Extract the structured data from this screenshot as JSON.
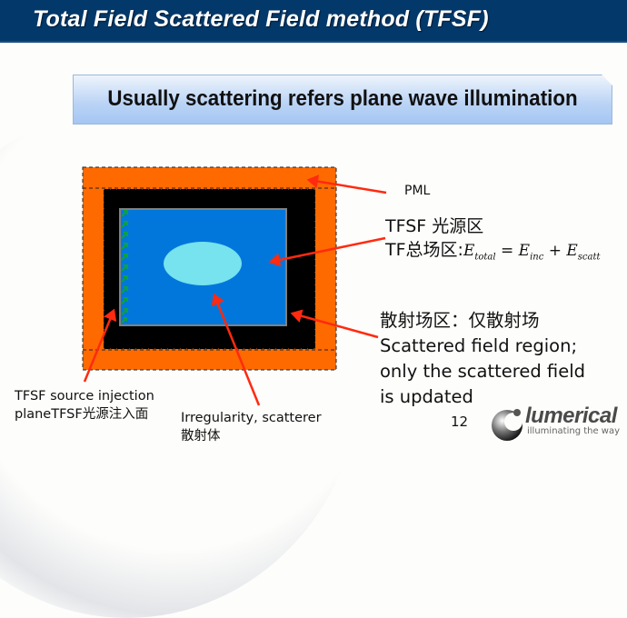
{
  "slide": {
    "title": "Total Field Scattered Field method (TFSF)",
    "banner": "Usually scattering  refers plane wave illumination",
    "page_number": "12"
  },
  "diagram": {
    "regions": {
      "pml": {
        "label": "PML",
        "color": "#ff6a00"
      },
      "scattered_field": {
        "color": "#000000"
      },
      "total_field": {
        "color": "#0277db",
        "border": "#808080"
      },
      "scatterer": {
        "color": "#76e3ee"
      },
      "source_arrows": {
        "color": "#10a040",
        "count": 10
      }
    },
    "arrow_color": "#ff2a10"
  },
  "annotations": {
    "pml": "PML",
    "tf_line1": "TFSF 光源区",
    "tf_line2": "TF总场区:",
    "equation": {
      "lhs": "E",
      "lhs_sub": "total",
      "eq": "=",
      "t1": "E",
      "t1_sub": "inc",
      "plus": "+",
      "t2": "E",
      "t2_sub": "scatt"
    },
    "sf_line1": "散射场区：仅散射场",
    "sf_line2": "Scattered field region;",
    "sf_line3": "only the scattered field",
    "sf_line4": "is updated",
    "injection_line1": "TFSF source injection",
    "injection_line2": "planeTFSF光源注入面",
    "scatterer_line1": "Irregularity, scatterer",
    "scatterer_line2": "散射体"
  },
  "logo": {
    "name": "lumerical",
    "tagline": "illuminating the way"
  }
}
